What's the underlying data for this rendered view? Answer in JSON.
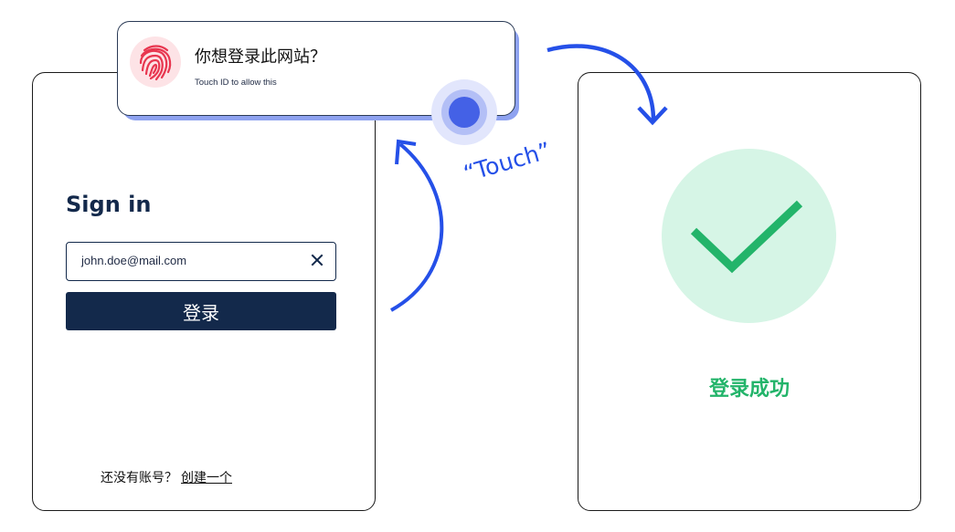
{
  "login_card": {
    "title": "Sign in",
    "email_value": "john.doe@mail.com",
    "clear_icon": "close-icon",
    "submit_label": "登录",
    "footer_prompt": "还没有账号？",
    "footer_link": "创建一个"
  },
  "touch_dialog": {
    "icon": "fingerprint-icon",
    "title": "你想登录此网站？",
    "subtitle": "Touch ID to allow this"
  },
  "annotation": {
    "touch_label": "“Touch”"
  },
  "success_card": {
    "icon": "checkmark-icon",
    "message": "登录成功"
  },
  "colors": {
    "navy": "#13294b",
    "arrow_blue": "#2550e8",
    "touch_dot": "#4461e6",
    "success_green": "#23b46a",
    "success_bg": "#d6f5e6",
    "fingerprint_red": "#e8364f",
    "fingerprint_bg": "#fde3e6"
  }
}
